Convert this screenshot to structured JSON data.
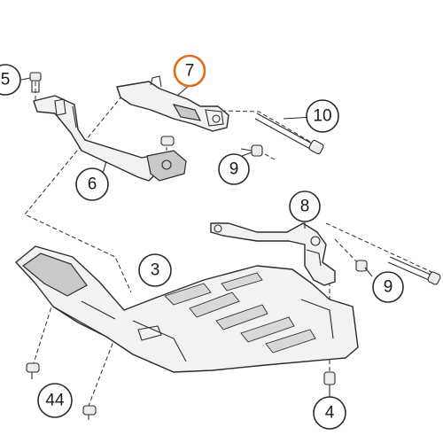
{
  "colors": {
    "highlight": "#e06a1f",
    "ink": "#2b2b2b",
    "background": "#ffffff"
  },
  "callouts": [
    {
      "id": "c5",
      "label": "5"
    },
    {
      "id": "c7",
      "label": "7",
      "highlighted": true
    },
    {
      "id": "c10",
      "label": "10"
    },
    {
      "id": "c9a",
      "label": "9"
    },
    {
      "id": "c6",
      "label": "6"
    },
    {
      "id": "c8",
      "label": "8"
    },
    {
      "id": "c3",
      "label": "3"
    },
    {
      "id": "c9b",
      "label": "9"
    },
    {
      "id": "c44",
      "label": "44"
    },
    {
      "id": "c4",
      "label": "4"
    }
  ]
}
